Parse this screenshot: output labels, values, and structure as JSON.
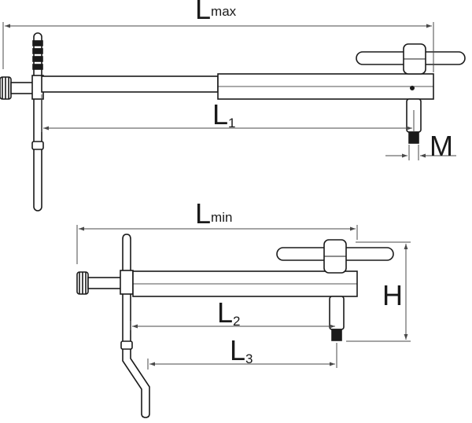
{
  "labels": {
    "lmax_main": "L",
    "lmax_sub": "max",
    "l1_main": "L",
    "l1_sub": "1",
    "m": "M",
    "lmin_main": "L",
    "lmin_sub": "min",
    "h": "H",
    "l2_main": "L",
    "l2_sub": "2",
    "l3_main": "L",
    "l3_sub": "3"
  },
  "colors": {
    "line": "#1a1a1a",
    "dim": "#4a4a4a",
    "fill": "#ffffff"
  }
}
